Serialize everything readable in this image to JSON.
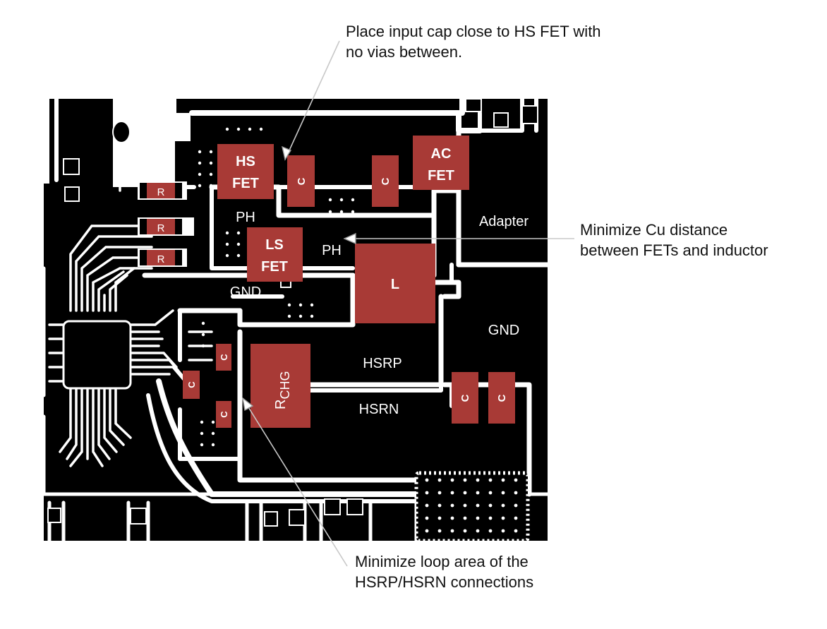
{
  "callouts": {
    "input_cap": "Place input cap close to HS FET with\nno vias between.",
    "cu_distance": "Minimize Cu distance\nbetween FETs and inductor",
    "loop_area": "Minimize loop area of the\nHSRP/HSRN connections"
  },
  "components": {
    "hs_fet_1": "HS",
    "hs_fet_2": "FET",
    "ls_fet_1": "LS",
    "ls_fet_2": "FET",
    "ac_fet_1": "AC",
    "ac_fet_2": "FET",
    "inductor": "L",
    "cap": "C",
    "resistor": "R",
    "rchg_main": "R",
    "rchg_sub": "CHG"
  },
  "nets": {
    "ph": "PH",
    "gnd": "GND",
    "adapter": "Adapter",
    "hsrp": "HSRP",
    "hsrn": "HSRN"
  },
  "colors": {
    "copper": "#000000",
    "component": "#a83a36",
    "board": "#ffffff"
  }
}
